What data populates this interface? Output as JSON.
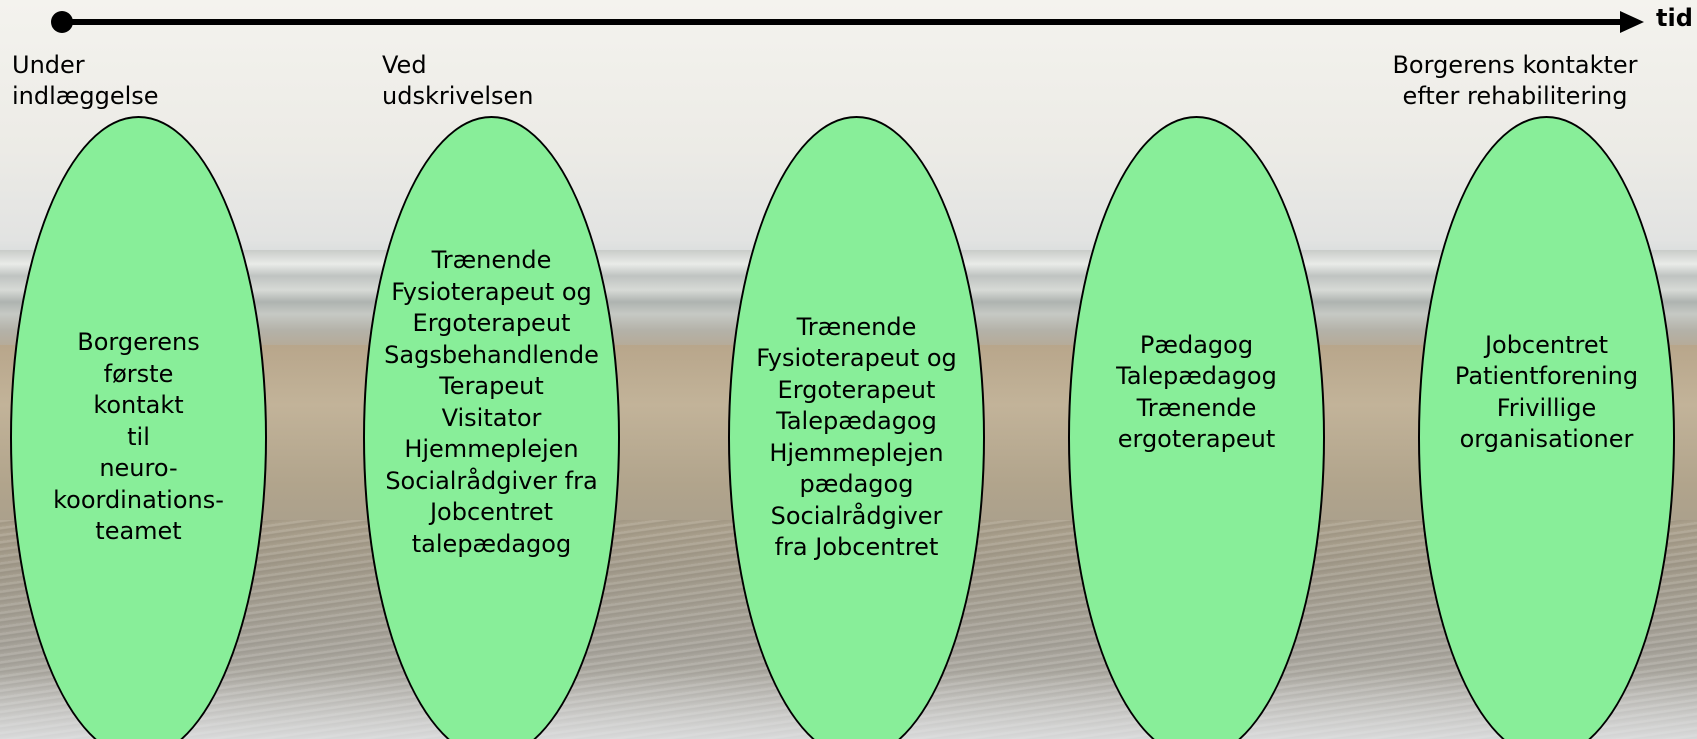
{
  "timeline": {
    "axis_label": "tid",
    "line_color": "#000000"
  },
  "phases": [
    {
      "lines": [
        "Under",
        "indlæggelse"
      ]
    },
    {
      "lines": [
        "Ved",
        "udskrivelsen"
      ]
    },
    {
      "lines": [
        "Borgerens kontakter",
        "efter rehabilitering"
      ]
    }
  ],
  "bubble_color": "#88ee99",
  "bubbles": [
    {
      "lines": [
        "Borgerens",
        "første",
        "kontakt",
        "til",
        "neuro-",
        "koordinations-",
        "teamet"
      ]
    },
    {
      "lines": [
        "Trænende",
        "Fysioterapeut og",
        "Ergoterapeut",
        "Sagsbehandlende",
        "Terapeut",
        "Visitator",
        "Hjemmeplejen",
        "Socialrådgiver fra",
        "Jobcentret",
        "talepædagog"
      ]
    },
    {
      "lines": [
        "Trænende",
        "Fysioterapeut og",
        "Ergoterapeut",
        "Talepædagog",
        "Hjemmeplejen",
        "pædagog",
        "Socialrådgiver",
        "fra Jobcentret"
      ]
    },
    {
      "lines": [
        "Pædagog",
        "Talepædagog",
        "Trænende",
        "ergoterapeut"
      ]
    },
    {
      "lines": [
        "Jobcentret",
        "Patientforening",
        "Frivillige",
        "organisationer"
      ]
    }
  ]
}
